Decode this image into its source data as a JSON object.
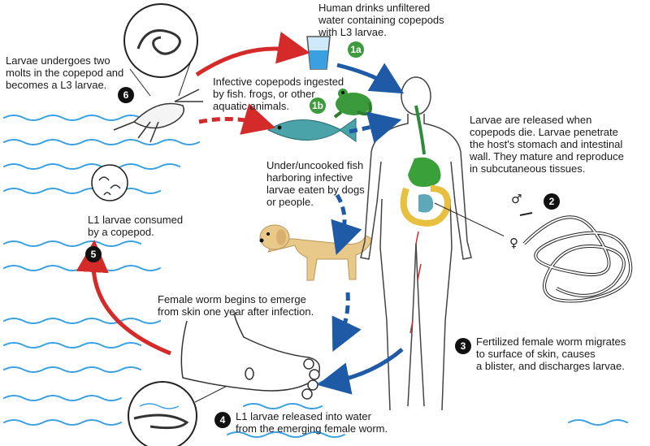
{
  "diagram": {
    "labels": {
      "step1a": "Human drinks unfiltered\nwater containing copepods\nwith L3 larvae.",
      "step1b": "Infective copepods ingested\nby fish. frogs, or other\naquatic animals.",
      "step6": "Larvae undergoes two\nmolts in the copepod and\nbecomes a L3 larvae.",
      "step_release": "Larvae are released when\ncopepods die. Larvae penetrate\nthe host's stomach and intestinal\nwall. They mature and reproduce\nin subcutaneous tissues.",
      "fish_eaten": "Under/uncooked fish\nharboring infective\nlarvae eaten by dogs\nor people.",
      "step5": "L1 larvae consumed\nby a copepod.",
      "emerge": "Female worm begins to emerge\nfrom skin one year after infection.",
      "step3": "Fertilized female worm migrates\nto surface of skin, causes\na blister, and discharges larvae.",
      "step4": "L1 larvae released into water\nfrom the emerging female worm."
    },
    "badges": {
      "b1a": "1a",
      "b1b": "1b",
      "b2": "2",
      "b3": "3",
      "b4": "4",
      "b5": "5",
      "b6": "6"
    },
    "symbols": {
      "male": "♂",
      "female": "♀"
    },
    "colors": {
      "red_arrow": "#d42a2a",
      "blue_arrow": "#1f5aa6",
      "water": "#3aa0e0",
      "badge_green": "#3d9a3d",
      "badge_black": "#111111",
      "fish": "#4aa3a8",
      "frog": "#3a9a3a",
      "dog": "#e9c98a"
    }
  }
}
